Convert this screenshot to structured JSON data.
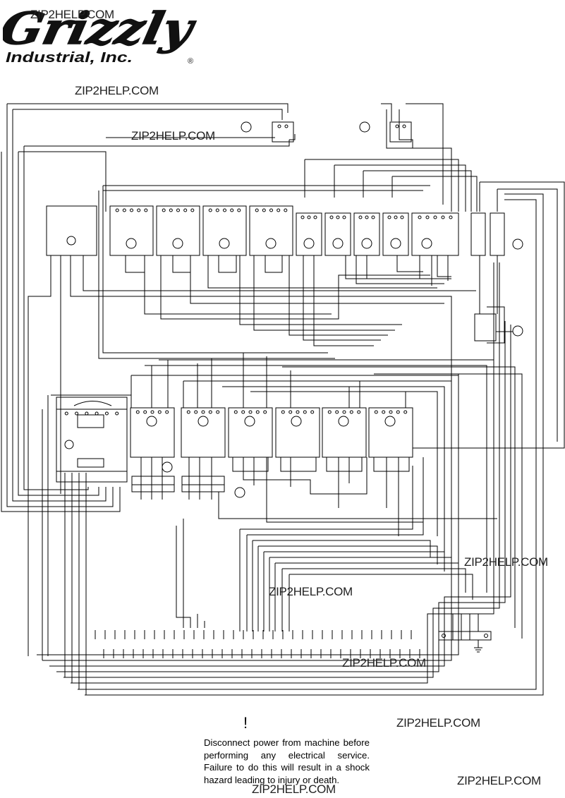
{
  "logo": {
    "brand": "Grizzly",
    "tagline": "Industrial, Inc.",
    "registered": "®"
  },
  "watermark_text": "ZIP2HELP.COM",
  "watermarks": [
    "ZIP2HELP.COM",
    "ZIP2HELP.COM",
    "ZIP2HELP.COM",
    "ZIP2HELP.COM",
    "ZIP2HELP.COM",
    "ZIP2HELP.COM",
    "ZIP2HELP.COM",
    "ZIP2HELP.COM",
    "ZIP2HELP.COM"
  ],
  "warning": {
    "symbol": "!",
    "text": "Disconnect power from machine before performing any electrical service. Failure to do this will result in a shock hazard leading to injury or death."
  },
  "diagram": {
    "terminal_strip_top_count": 33,
    "terminal_strip_bottom_count": 33,
    "ground_block_terminals": 5
  }
}
